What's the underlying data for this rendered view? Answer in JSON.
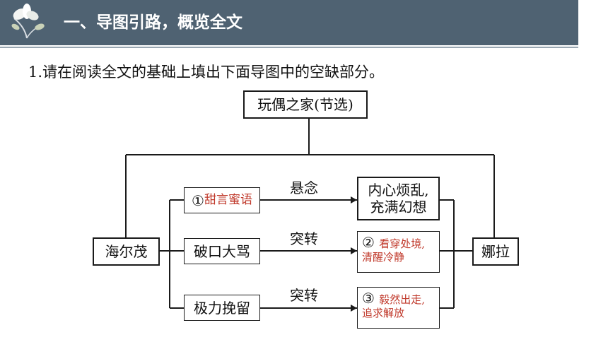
{
  "header": {
    "title": "一、导图引路，概览全文",
    "logo_icon": "magnolia-flower-icon",
    "band_color": "#4f6272"
  },
  "instruction": "1.请在阅读全文的基础上填出下面导图中的空缺部分。",
  "diagram": {
    "root": "玩偶之家(节选)",
    "left_character": "海尔茂",
    "right_character": "娜拉",
    "rows": [
      {
        "left_number": "①",
        "left_answer": "甜言蜜语",
        "middle": "悬念",
        "right_lines": [
          "内心烦乱,",
          "充满幻想"
        ]
      },
      {
        "left": "破口大骂",
        "middle": "突转",
        "right_number": "②",
        "right_answer_lines": [
          "看穿处境,",
          "清醒冷静"
        ]
      },
      {
        "left": "极力挽留",
        "middle": "突转",
        "right_number": "③",
        "right_answer_lines": [
          "毅然出走,",
          "追求解放"
        ]
      }
    ],
    "answer_color": "#c0392b"
  }
}
